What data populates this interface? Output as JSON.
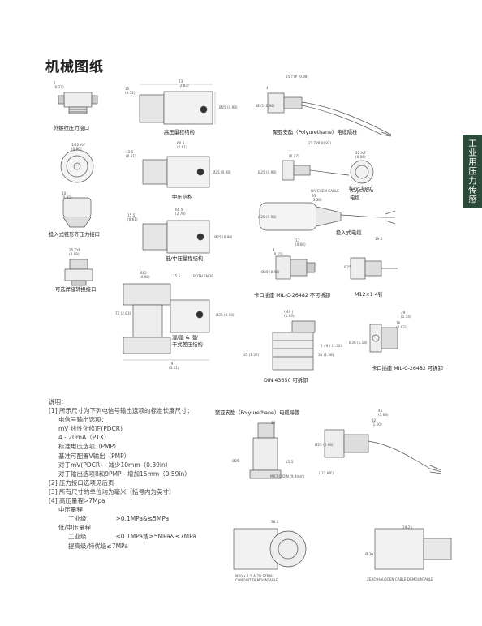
{
  "page": {
    "title": "机械图纸",
    "side_tab": "工业用压力传感器"
  },
  "labels": {
    "external_port": "外螺纹压力接口",
    "high_range": "高压量程结构",
    "poly_cable": "聚亚安酯（Polyurethane）电缆隔栓",
    "mid_struct": "中压结构",
    "raychem_cable_dim": "RAYCHEM CABLE",
    "raychem_cable": "Raychem\n电缆",
    "raychem": "Raychem",
    "flush_cone": "投入式锥形齐压力接口",
    "low_mid": "低/中压量程结构",
    "inset_cable": "投入式电缆",
    "optional_weld": "可选焊接转换接口",
    "bayonet_a": "卡口插座 MIL-C-26482 不可拆卸",
    "m12": "M12×1 4针",
    "wet_dry": "湿/湿 & 湿/\n干式差压结构",
    "both_ends": "BOTH ENDS",
    "din": "DIN 43650 可拆卸",
    "bayonet_b": "卡口插座 MIL-C-26482 可拆卸",
    "poly_conduit": "聚亚安酯（Polyurethane）电缆导管",
    "micro_din": "MICRO DIN (9.4mm)",
    "iso_left": "M20 x 1.5 ALTR STRAIL\nCONDUIT DEMOUNTABLE",
    "halogen": "ZERO HALOGEN CABLE DEMOUNTABLE"
  },
  "dims": {
    "d1": "1\n(0.27)",
    "d2": "73\n(2.83)",
    "d3": "15\n(0.52)",
    "d4": "Ø25 (0.98)",
    "d5": "4",
    "d6": "25 TYP (0.98)",
    "d7": "Ø25 (0.98)",
    "d8": "1/22 A/F\n(0.86)",
    "d9": "66.5\n(2.61)",
    "d10": "15.5\n(0.61)",
    "d11": "Ø25 (0.98)",
    "d12": "7\n(0.27)",
    "d13": "21 TYP (0.82)",
    "d14": "Ø25 (0.98)",
    "d15": "22 A/F\n(0.86)",
    "d16": "10\n(0.82)",
    "d17": "95\n(3.36)",
    "d18": "Ø25 (0.98)",
    "d19": "68.5\n(2.70)",
    "d20": "15.5\n(0.61)",
    "d21": "Ø25 (0.98)",
    "d22": "25 TYP\n(0.98)",
    "d23": "17\n(0.66)",
    "d24": "4\n(0.15)",
    "d25": "Ø25 (0.98)",
    "d26": "19.5",
    "d27": "Ø25",
    "d28": "Ø25\n(0.98)",
    "d29": "15.5",
    "d30": "72 (2.83)",
    "d31": "Ø25 (0.98)",
    "d32": "79\n(3.11)",
    "d33": "( 49 )\n(1.93)",
    "d34": "35 (1.37)",
    "d35": "35 (1.38)",
    "d36": "( 49 ) (1.32)",
    "d37": "29\n(1.14)",
    "d38": "16\n(0.62)",
    "d39": "Ø30 (1.18)",
    "d40": "41\n(1.68)",
    "d41": "32\n(1.20)",
    "d42": "39",
    "d43": "Ø25 (0.98)",
    "d44": "( 22 A/F)",
    "d45": "Ø25",
    "d46": "15.5",
    "d47": "38.1",
    "d48": "Ø 30",
    "d49": "19.25"
  },
  "notes": [
    "说明：",
    "[1]  所示尺寸为下列电信号输出选项的标准长度尺寸：",
    "电信号输出选项：",
    "mV 线性化修正(PDCR)",
    "4 - 20mA（PTX）",
    "标准电压选项（PMP）",
    "基准可配置V输出（PMP）",
    "对于mV(PDCR) - 减少10mm（0.39in）",
    "对于输出选项8和9PMP - 增加15mm（0.59in）",
    "[2]  压力接口选项见后页",
    "[3]  所有尺寸的单位均为毫米（括号内为英寸）",
    "[4]  高压量程>7Mpa",
    "中压量程",
    "工业级",
    "低/中压量程",
    "工业级",
    "提高级/特优级≤7MPa"
  ],
  "notes_vals": {
    "mid_val": ">0.1MPa&≤5MPa",
    "low_val": "≤0.1MPa或≥5MPa&≤7MPa"
  }
}
